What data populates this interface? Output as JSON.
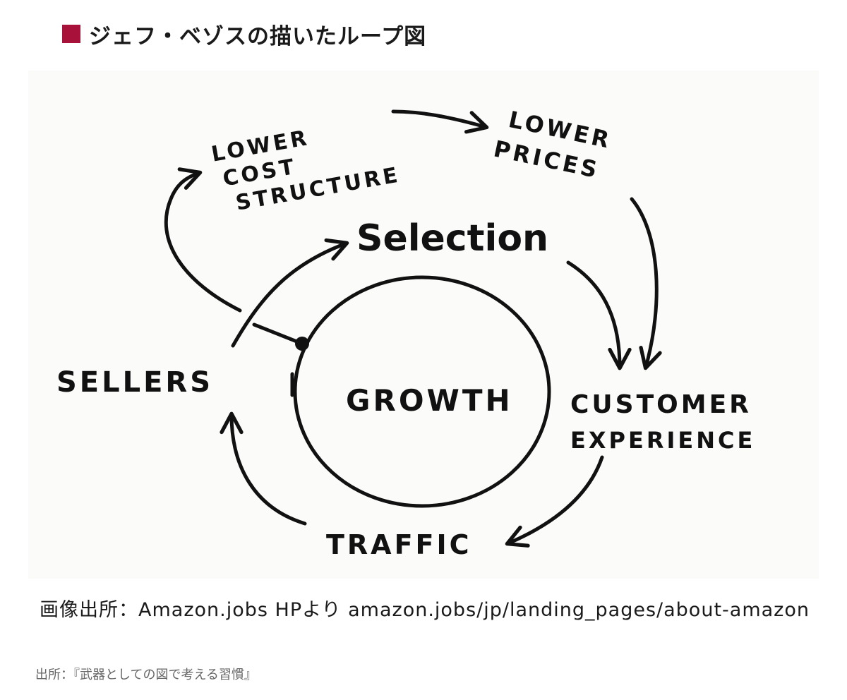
{
  "title": {
    "text": "ジェフ・ベゾスの描いたループ図",
    "marker_color": "#a8123a"
  },
  "diagram": {
    "center": "GROWTH",
    "nodes": {
      "selection": "Selection",
      "customer_experience_line1": "CUSTOMER",
      "customer_experience_line2": "EXPERIENCE",
      "traffic": "TRAFFIC",
      "sellers": "SELLERS",
      "lower_cost_line1": "LOWER",
      "lower_cost_line2": "COST",
      "lower_cost_line3": "STRUCTURE",
      "lower_prices_line1": "LOWER",
      "lower_prices_line2": "PRICES"
    }
  },
  "caption": {
    "text": "画像出所：Amazon.jobs HPより amazon.jobs/jp/landing_pages/about-amazon"
  },
  "source": {
    "text": "出所：『武器としての図で考える習慣』"
  }
}
